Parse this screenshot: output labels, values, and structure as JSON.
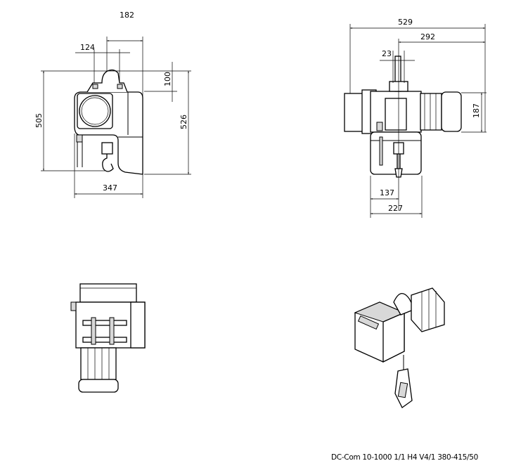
{
  "views": {
    "front": {
      "dimensions": {
        "width_top": "182",
        "lug_spacing": "124",
        "lug_height": "100",
        "height_hook": "505",
        "height_total": "526",
        "width_total": "347"
      }
    },
    "side": {
      "dimensions": {
        "width_total": "529",
        "offset_right": "292",
        "lug_width": "23",
        "motor_height": "187",
        "offset_hook": "137",
        "body_width": "227"
      }
    },
    "top": {},
    "isometric": {}
  },
  "caption": "DC-Com 10-1000 1/1 H4 V4/1 380-415/50"
}
